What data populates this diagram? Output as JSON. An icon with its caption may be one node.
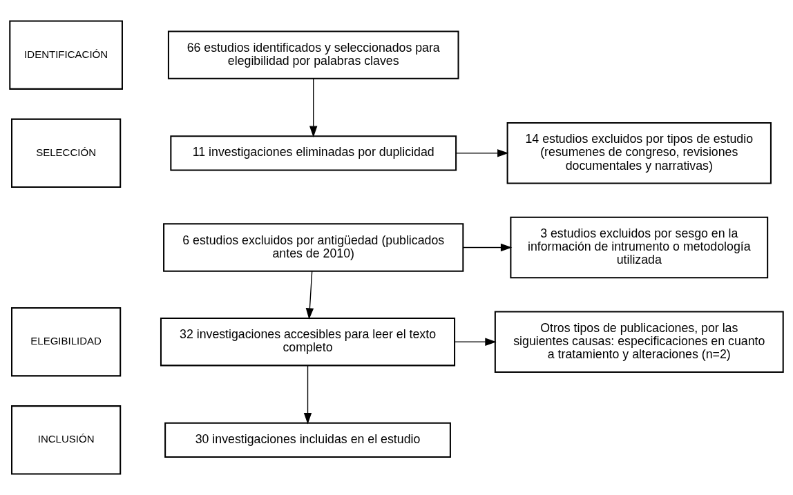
{
  "diagram": {
    "nodes": [
      {
        "text": [
          "IDENTIFICACIÓN"
        ]
      },
      {
        "text": [
          "66 estudios identificados y seleccionados para elegibilidad por palabras claves"
        ]
      },
      {
        "text": [
          "SELECCIÓN"
        ]
      },
      {
        "text": [
          "11 investigaciones eliminadas por duplicidad"
        ]
      },
      {
        "text": [
          "14 estudios excluidos por tipos de estudio (resumenes de congreso, revisiones documentales y narrativas)"
        ]
      },
      {
        "text": [
          "6 estudios excluidos por antigüedad (publicados antes de 2010)"
        ]
      },
      {
        "text": [
          "3 estudios excluidos por sesgo en la información de intrumento o metodología utilizada"
        ]
      },
      {
        "text": [
          "ELEGIBILIDAD"
        ]
      },
      {
        "text": [
          "32 investigaciones accesibles para leer el texto completo"
        ]
      },
      {
        "text": [
          "Otros tipos de publicaciones, por las siguientes causas: especificaciones en cuanto a tratamiento y alteraciones (n=2)"
        ]
      },
      {
        "text": [
          "INCLUSIÓN"
        ]
      },
      {
        "text": [
          "30 investigaciones incluidas en el estudio"
        ]
      }
    ],
    "edges": [
      {
        "from": 1,
        "to": 3,
        "arrow": "to"
      },
      {
        "from": 3,
        "to": 4,
        "arrow": "to"
      },
      {
        "from": 5,
        "to": 6,
        "arrow": "to"
      },
      {
        "from": 5,
        "to": 8,
        "arrow": "to"
      },
      {
        "from": 8,
        "to": 9,
        "arrow": "to"
      },
      {
        "from": 8,
        "to": 11,
        "arrow": "to"
      }
    ]
  }
}
